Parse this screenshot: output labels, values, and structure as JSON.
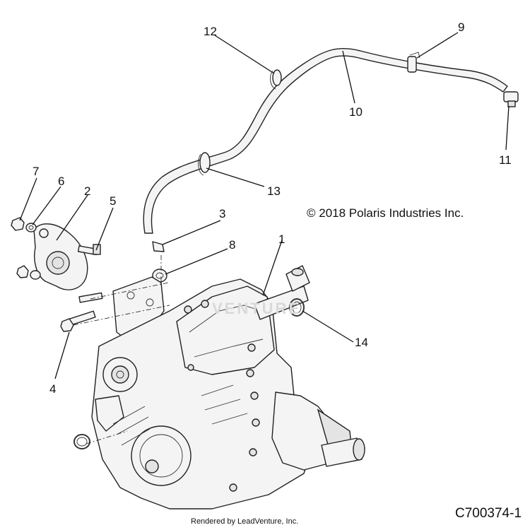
{
  "copyright": "© 2018 Polaris Industries Inc.",
  "render_credit": "Rendered by LeadVenture, Inc.",
  "drawing_id": "C700374-1",
  "watermark_text": "VENTURE",
  "callouts": [
    "1",
    "2",
    "3",
    "4",
    "5",
    "6",
    "7",
    "8",
    "9",
    "10",
    "11",
    "12",
    "13",
    "14"
  ],
  "colors": {
    "line": "#111111",
    "part_fill": "#f4f4f4",
    "background": "#ffffff"
  }
}
